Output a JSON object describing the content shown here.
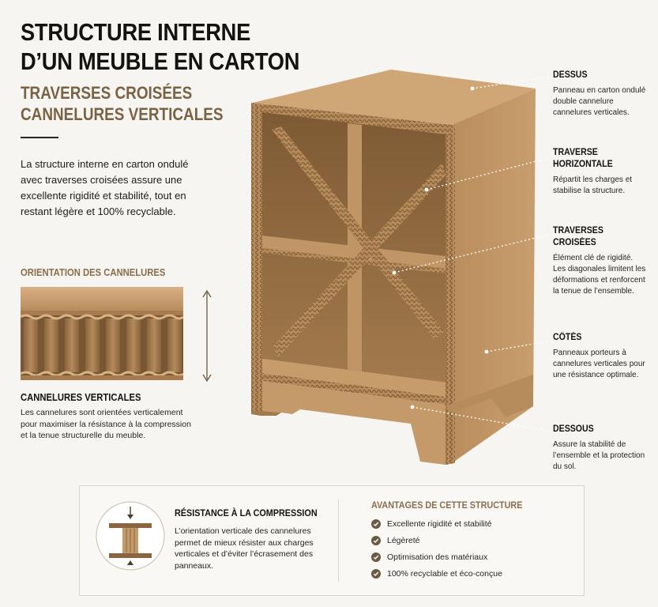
{
  "title": {
    "line1": "STRUCTURE INTERNE",
    "line2": "D’UN MEUBLE EN CARTON"
  },
  "subtitle": {
    "line1": "TRAVERSES CROISÉES",
    "line2": "CANNELURES VERTICALES"
  },
  "intro": "La structure interne en carton ondulé avec traverses croisées assure une excellente rigidité et stabilité, tout en restant légère et 100% recyclable.",
  "orientation": {
    "heading": "ORIENTATION DES CANNELURES",
    "sub_heading": "CANNELURES VERTICALES",
    "text": "Les cannelures sont orientées verticalement pour maximiser la résistance à la compression et la tenue structurelle du meuble."
  },
  "callouts": [
    {
      "title": [
        "DESSUS"
      ],
      "text": "Panneau en carton ondulé double cannelure cannelures verticales."
    },
    {
      "title": [
        "TRAVERSE",
        "HORIZONTALE"
      ],
      "text": "Répartit les charges et stabilise la structure."
    },
    {
      "title": [
        "TRAVERSES",
        "CROISÉES"
      ],
      "text": "Élément clé de rigidité. Les diagonales limitent les déformations et renforcent la tenue de l’ensemble."
    },
    {
      "title": [
        "CÔTÉS"
      ],
      "text": "Panneaux porteurs à cannelures verticales pour une résistance optimale."
    },
    {
      "title": [
        "DESSOUS"
      ],
      "text": "Assure la stabilité de l’ensemble et la protection du sol."
    }
  ],
  "compression": {
    "title": "RÉSISTANCE À LA COMPRESSION",
    "text": "L’orientation verticale des cannelures permet de mieux résister aux charges verticales et d’éviter l’écrasement des panneaux."
  },
  "advantages": {
    "title": "AVANTAGES DE CETTE STRUCTURE",
    "items": [
      "Excellente rigidité et stabilité",
      "Légèreté",
      "Optimisation des matériaux",
      "100% recyclable et éco-conçue"
    ]
  },
  "colors": {
    "accent": "#8a6d4a",
    "cardboard": "#c49a6c",
    "cardboard_dark": "#9c7447",
    "background": "#f7f5f1"
  },
  "icons": [
    "check-icon",
    "arrow-down-icon",
    "arrow-up-icon",
    "double-arrow-icon"
  ]
}
